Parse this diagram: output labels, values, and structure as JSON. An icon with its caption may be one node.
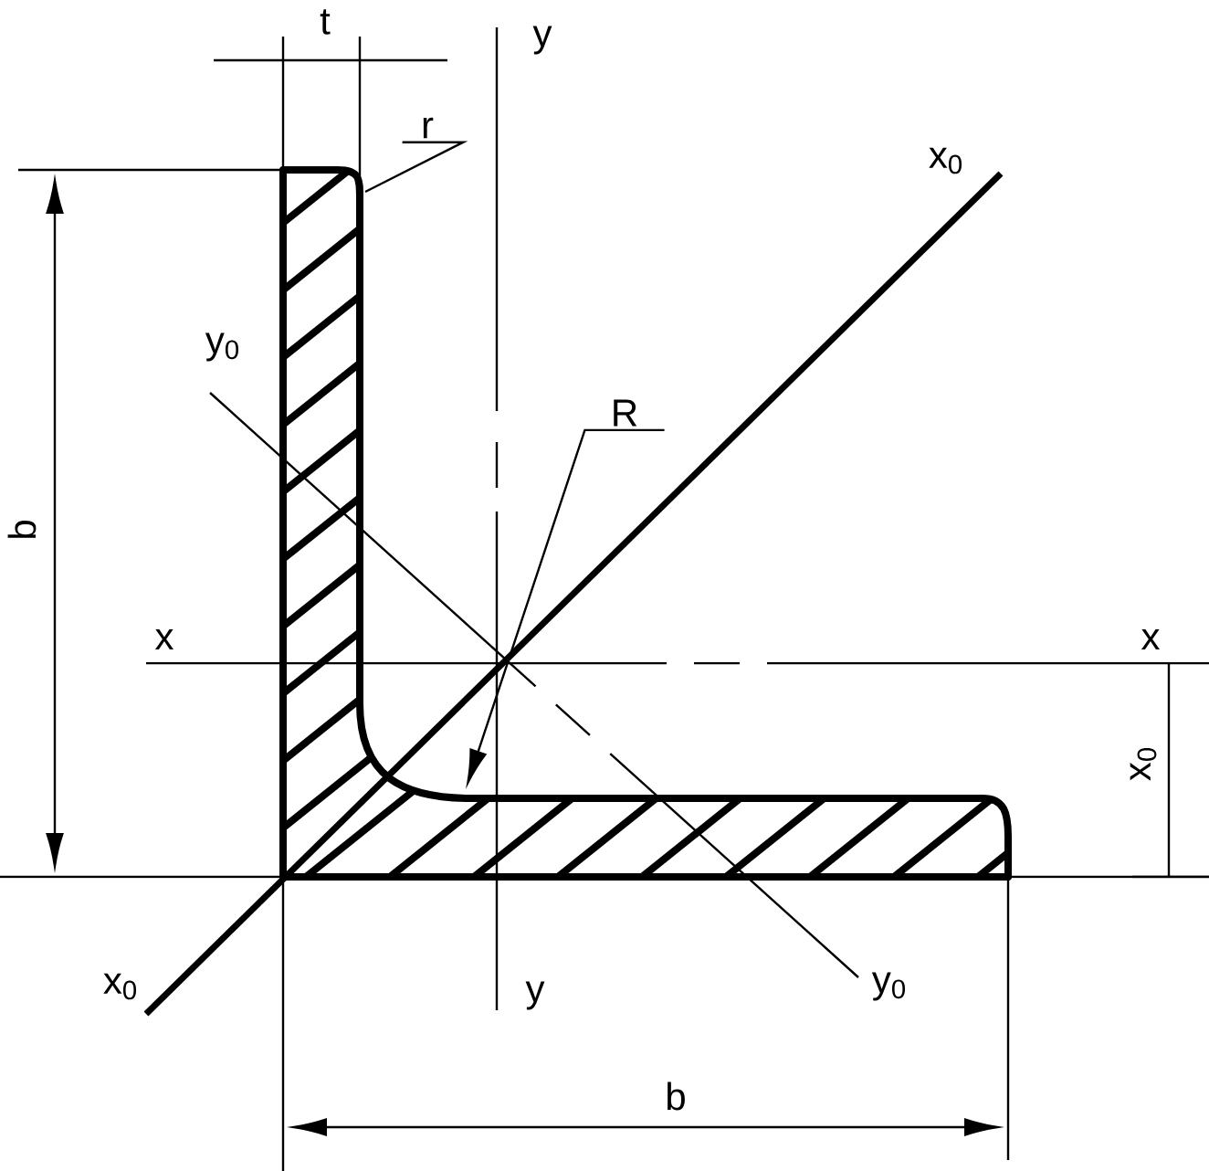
{
  "diagram": {
    "nodes": [
      {
        "text": [
          "r"
        ]
      },
      {
        "text": [
          "R"
        ]
      }
    ],
    "edges": [
      {
        "from": 0,
        "to": null,
        "arrow": "none"
      },
      {
        "from": 1,
        "to": null,
        "arrow": "to"
      }
    ],
    "labels": [
      "t",
      "y",
      "x$_{0}$",
      "y$_{0}$",
      "b",
      "x",
      "x",
      "x$_{0}$",
      "x$_{0}$",
      "y",
      "y$_{0}$",
      "b"
    ]
  }
}
